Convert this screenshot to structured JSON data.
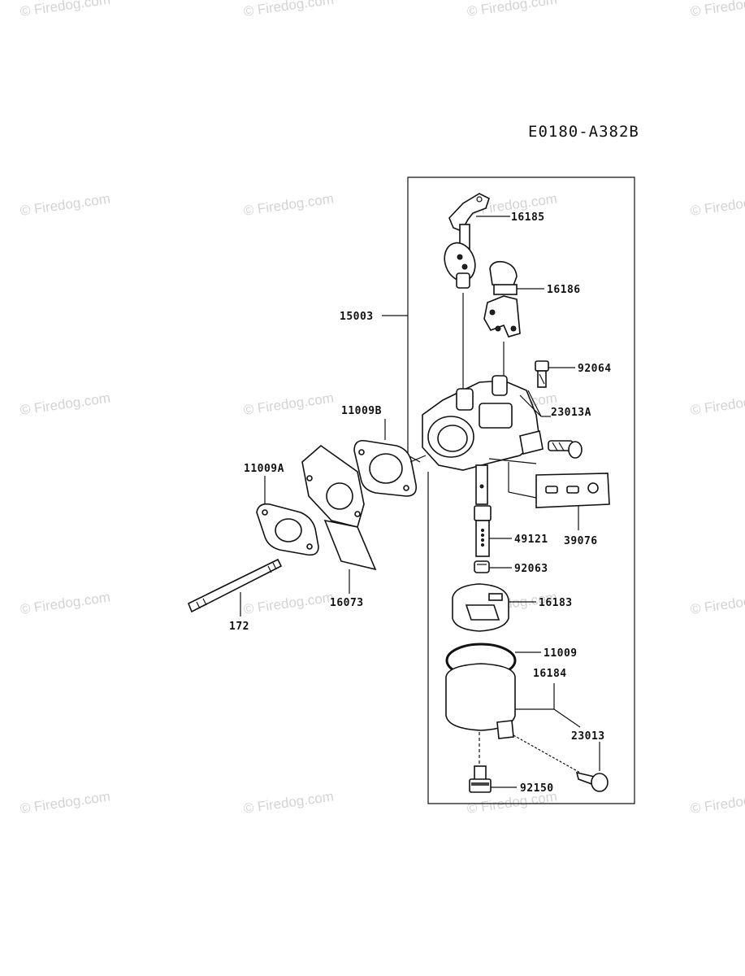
{
  "diagram_code": "E0180-A382B",
  "watermark": "© Firedog.com",
  "parts": {
    "p16185": "16185",
    "p16186": "16186",
    "p15003": "15003",
    "p92064": "92064",
    "p23013A": "23013A",
    "p11009B": "11009B",
    "p11009A": "11009A",
    "p49121": "49121",
    "p39076": "39076",
    "p92063": "92063",
    "p16073": "16073",
    "p172": "172",
    "p16183": "16183",
    "p11009": "11009",
    "p16184": "16184",
    "p23013": "23013",
    "p92150": "92150"
  }
}
